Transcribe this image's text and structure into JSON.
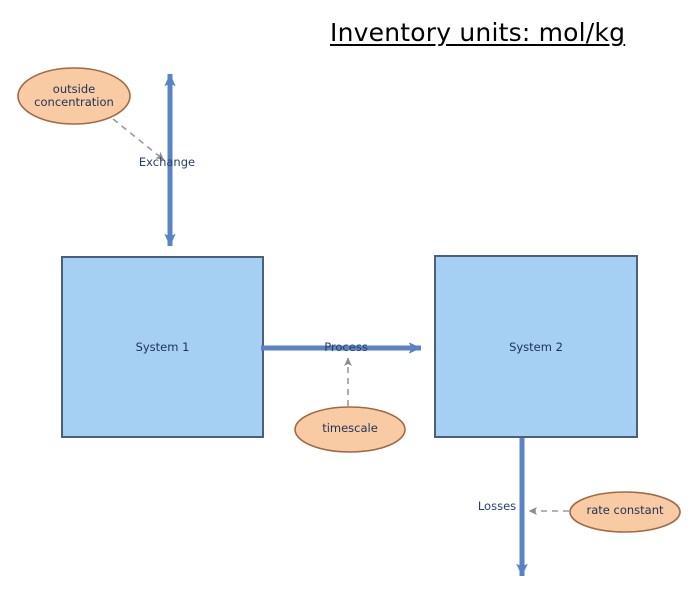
{
  "title": "Inventory units: mol/kg",
  "colors": {
    "box_fill": "#A5CFF3",
    "box_border": "#4E6077",
    "ellipse_fill": "#F8CBA4",
    "ellipse_border": "#9E6B47",
    "arrow": "#5B82C4",
    "dashed_connector": "#9A9A9A",
    "box_text": "#1F3055",
    "flow_text": "#26406E",
    "title_text": "#000000",
    "background": "#FFFFFF"
  },
  "nodes": {
    "system_1": {
      "label": "System 1",
      "shape": "rectangle"
    },
    "system_2": {
      "label": "System 2",
      "shape": "rectangle"
    },
    "outside_concentration": {
      "label": "outside\nconcentration",
      "line1": "outside",
      "line2": "concentration",
      "shape": "ellipse"
    },
    "timescale": {
      "label": "timescale",
      "shape": "ellipse"
    },
    "rate_constant": {
      "label": "rate constant",
      "shape": "ellipse"
    }
  },
  "flows": {
    "exchange": {
      "label": "Exchange",
      "direction": "bidirectional",
      "orientation": "vertical"
    },
    "process": {
      "label": "Process",
      "direction": "forward",
      "orientation": "horizontal"
    },
    "losses": {
      "label": "Losses",
      "direction": "forward",
      "orientation": "vertical"
    }
  },
  "connectors": [
    {
      "from": "outside_concentration",
      "to": "exchange",
      "style": "dashed"
    },
    {
      "from": "timescale",
      "to": "process",
      "style": "dashed"
    },
    {
      "from": "rate_constant",
      "to": "losses",
      "style": "dashed"
    }
  ]
}
